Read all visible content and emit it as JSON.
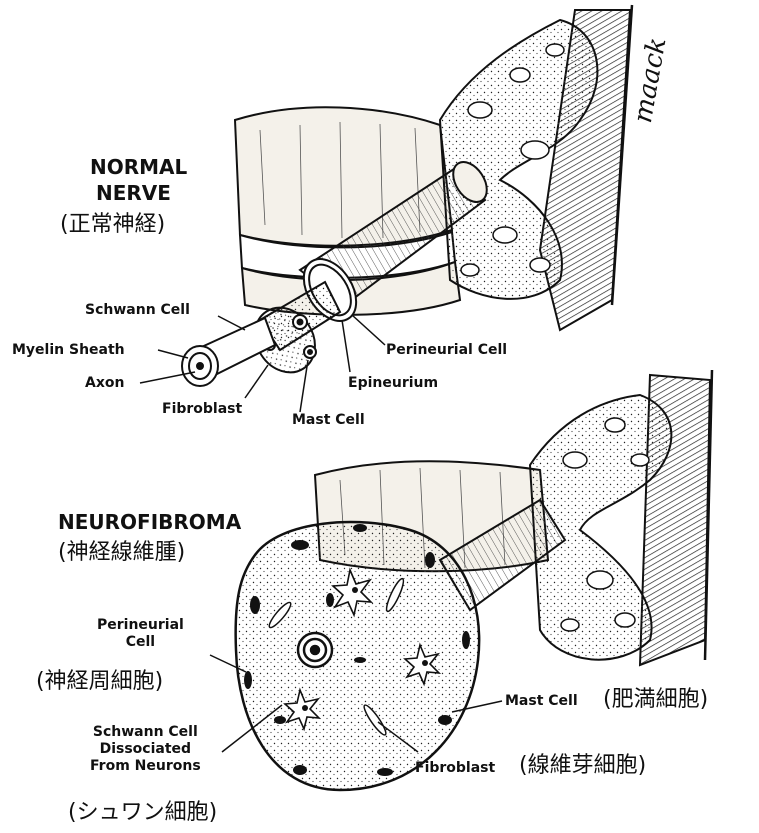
{
  "normal": {
    "heading_line1": "NORMAL",
    "heading_line2": "NERVE",
    "heading_jp": "(正常神経)",
    "labels": {
      "schwann_cell": "Schwann Cell",
      "myelin_sheath": "Myelin Sheath",
      "axon": "Axon",
      "fibroblast": "Fibroblast",
      "mast_cell": "Mast Cell",
      "epineurium": "Epineurium",
      "perineurial_cell": "Perineurial Cell"
    }
  },
  "neurofibroma": {
    "heading": "NEUROFIBROMA",
    "heading_jp": "(神経線維腫)",
    "labels": {
      "perineurial_line1": "Perineurial",
      "perineurial_line2": "Cell",
      "perineurial_jp": "(神経周細胞)",
      "schwann_line1": "Schwann Cell",
      "schwann_line2": "Dissociated",
      "schwann_line3": "From Neurons",
      "schwann_jp": "(シュワン細胞)",
      "mast_cell": "Mast Cell",
      "mast_cell_jp": "(肥満細胞)",
      "fibroblast": "Fibroblast",
      "fibroblast_jp": "(線維芽細胞)"
    }
  },
  "signature": "maack",
  "colors": {
    "ink": "#111111",
    "bone": "#f4f1ea",
    "paper": "#ffffff"
  }
}
